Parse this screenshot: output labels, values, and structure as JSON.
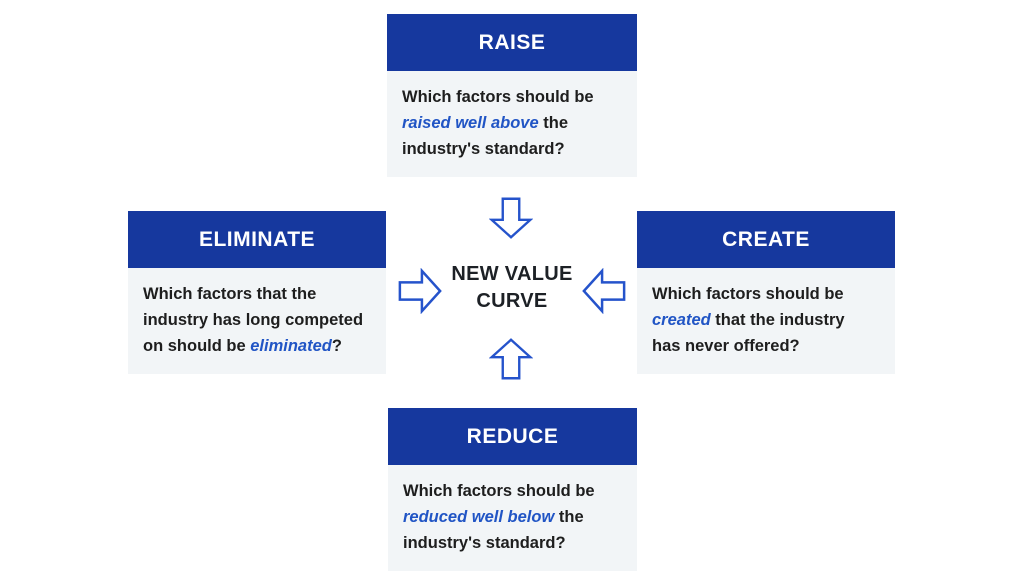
{
  "colors": {
    "header_bg": "#16389E",
    "header_text": "#FFFFFF",
    "panel_bg": "#F2F5F7",
    "body_text": "#1E1E1E",
    "accent_blue_italic": "#2155C5",
    "arrow_stroke": "#2553CB",
    "center_text": "#1D2126",
    "page_bg": "#FFFFFF"
  },
  "center": {
    "line1": "NEW VALUE",
    "line2": "CURVE"
  },
  "arrows": {
    "top": "block-arrow-down-icon",
    "bottom": "block-arrow-up-icon",
    "left": "block-arrow-right-icon",
    "right": "block-arrow-left-icon"
  },
  "cards": {
    "raise": {
      "title": "RAISE",
      "body": [
        {
          "text": "Which factors should be",
          "style": "normal"
        },
        {
          "style": "break"
        },
        {
          "text": "raised well above",
          "style": "em"
        },
        {
          "text": " the",
          "style": "normal"
        },
        {
          "style": "break"
        },
        {
          "text": "industry's standard?",
          "style": "normal"
        }
      ]
    },
    "eliminate": {
      "title": "ELIMINATE",
      "body": [
        {
          "text": "Which factors that the",
          "style": "normal"
        },
        {
          "style": "break"
        },
        {
          "text": "industry has long competed",
          "style": "normal"
        },
        {
          "style": "break"
        },
        {
          "text": "on should be ",
          "style": "normal"
        },
        {
          "text": "eliminated",
          "style": "em"
        },
        {
          "text": "?",
          "style": "normal"
        }
      ]
    },
    "create": {
      "title": "CREATE",
      "body": [
        {
          "text": "Which factors should be",
          "style": "normal"
        },
        {
          "style": "break"
        },
        {
          "text": "created",
          "style": "em"
        },
        {
          "text": " that the industry",
          "style": "normal"
        },
        {
          "style": "break"
        },
        {
          "text": "has never offered?",
          "style": "normal"
        }
      ]
    },
    "reduce": {
      "title": "REDUCE",
      "body": [
        {
          "text": "Which factors should be",
          "style": "normal"
        },
        {
          "style": "break"
        },
        {
          "text": "reduced well below",
          "style": "em"
        },
        {
          "text": " the",
          "style": "normal"
        },
        {
          "style": "break"
        },
        {
          "text": "industry's standard?",
          "style": "normal"
        }
      ]
    }
  }
}
